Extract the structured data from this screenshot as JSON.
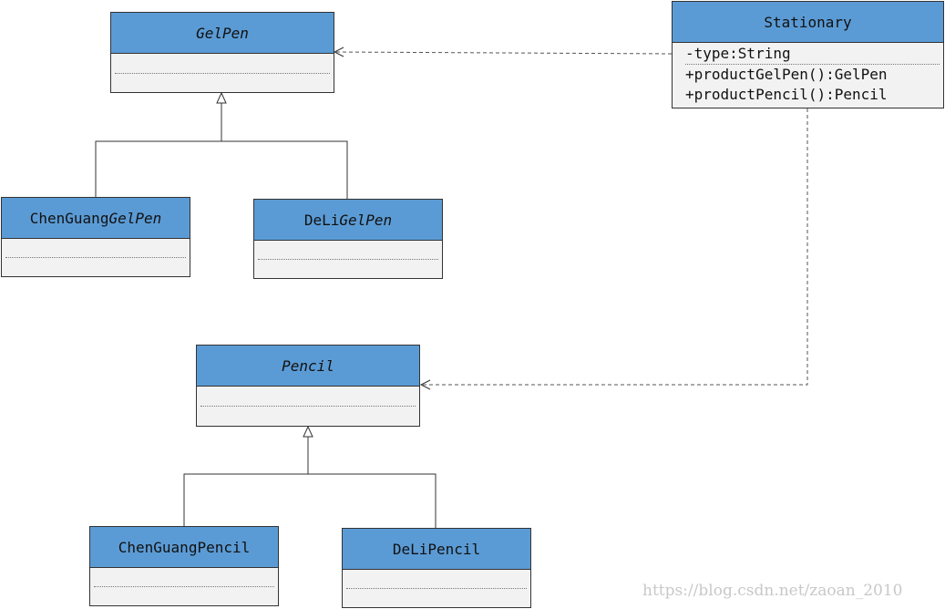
{
  "classes": {
    "gelpen": {
      "name": "GelPen"
    },
    "chenguang_gelpen": {
      "name_prefix": "ChenGuang",
      "name_suffix": "GelPen"
    },
    "deli_gelpen": {
      "name_prefix": "DeLi",
      "name_suffix": "GelPen"
    },
    "pencil": {
      "name": "Pencil"
    },
    "chenguang_pencil": {
      "name": "ChenGuangPencil"
    },
    "deli_pencil": {
      "name": "DeLiPencil"
    },
    "stationary": {
      "name": "Stationary",
      "attributes": [
        "-type:String"
      ],
      "methods": [
        "+productGelPen():GelPen",
        "+productPencil():Pencil"
      ]
    }
  },
  "watermark": "https://blog.csdn.net/zaoan_2010",
  "colors": {
    "header_fill": "#5b9bd5",
    "body_fill": "#f2f2f2",
    "line": "#333333"
  }
}
